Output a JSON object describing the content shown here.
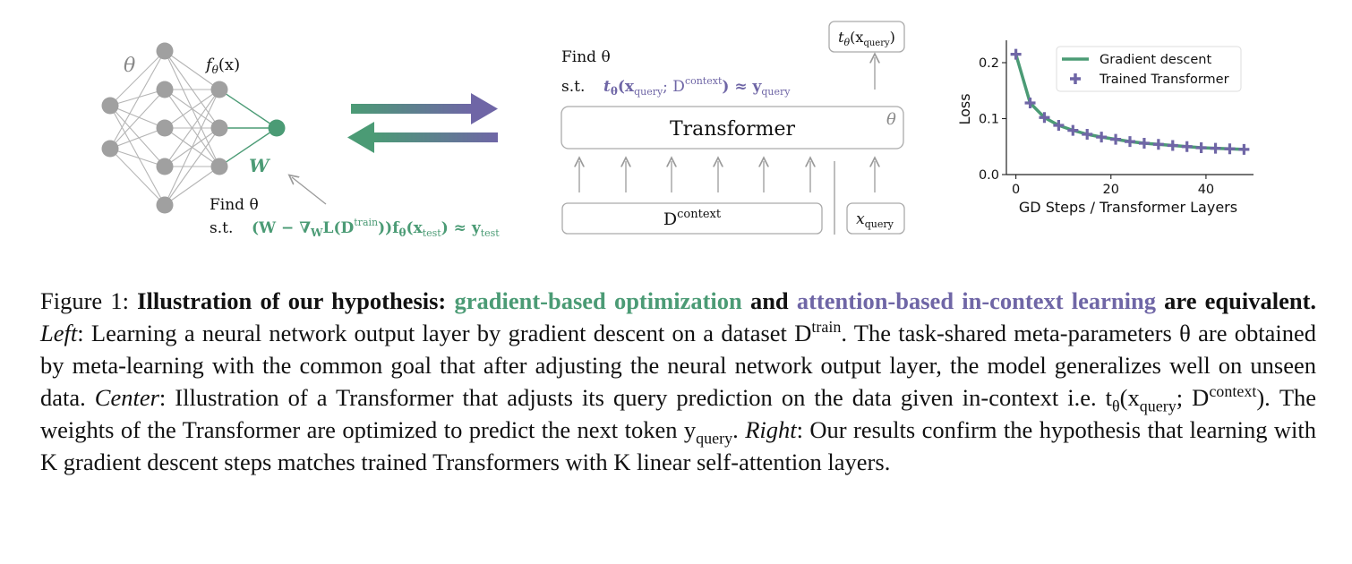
{
  "colors": {
    "green": "#4b9b75",
    "purple": "#6f66a6",
    "node_gray": "#a0a0a0",
    "edge_gray": "#b5b5b5"
  },
  "left_panel": {
    "theta_label": "θ",
    "f_label": "f",
    "f_sub": "θ",
    "f_arg": "(x)",
    "w_label": "W",
    "find_label": "Find θ",
    "st_label": "s.t.",
    "constraint_parts": {
      "open": "(W − ∇",
      "w_sub": "W",
      "loss": "L(D",
      "train_sup": "train",
      "close": "))f",
      "f_sub": "θ",
      "x_open": "(x",
      "test_sub": "test",
      "approx": ") ≈ y",
      "y_sub": "test"
    }
  },
  "center_panel": {
    "find_label": "Find θ",
    "st_label": "s.t.",
    "constraint_parts": {
      "t": "t",
      "t_sub": "θ",
      "x_open": "(x",
      "query_sub": "query",
      "sep": "; D",
      "context_sup": "context",
      "approx": ") ≈ y",
      "y_sub": "query"
    },
    "output_box": {
      "t": "t",
      "t_sub": "θ",
      "x_open": "(x",
      "query_sub": "query",
      "close": ")"
    },
    "transformer_label": "Transformer",
    "theta_label": "θ",
    "context_box": {
      "base": "D",
      "sup": "context"
    },
    "query_box": {
      "base": "x",
      "sub": "query"
    }
  },
  "chart_data": {
    "type": "line",
    "xlabel": "GD Steps / Transformer Layers",
    "ylabel": "Loss",
    "xlim": [
      -2,
      50
    ],
    "ylim": [
      0,
      0.24
    ],
    "x_ticks": [
      0,
      20,
      40
    ],
    "x_tick_labels": [
      "0",
      "20",
      "40"
    ],
    "y_ticks": [
      0.0,
      0.1,
      0.2
    ],
    "y_tick_labels": [
      "0.0",
      "0.1",
      "0.2"
    ],
    "grid": false,
    "legend_position": "top-right",
    "series": [
      {
        "name": "Gradient descent",
        "style": "line",
        "color": "#4b9b75",
        "x": [
          0,
          3,
          6,
          9,
          12,
          15,
          18,
          21,
          24,
          27,
          30,
          33,
          36,
          39,
          42,
          45,
          48
        ],
        "values": [
          0.215,
          0.128,
          0.102,
          0.088,
          0.079,
          0.072,
          0.067,
          0.063,
          0.059,
          0.056,
          0.054,
          0.052,
          0.05,
          0.048,
          0.047,
          0.046,
          0.045
        ]
      },
      {
        "name": "Trained Transformer",
        "style": "markers",
        "color": "#6f66a6",
        "x": [
          0,
          3,
          6,
          9,
          12,
          15,
          18,
          21,
          24,
          27,
          30,
          33,
          36,
          39,
          42,
          45,
          48
        ],
        "values": [
          0.215,
          0.128,
          0.102,
          0.088,
          0.079,
          0.072,
          0.067,
          0.063,
          0.059,
          0.056,
          0.054,
          0.052,
          0.05,
          0.048,
          0.047,
          0.046,
          0.045
        ]
      }
    ]
  },
  "caption": {
    "fig_label": "Figure 1:",
    "title_a": "Illustration of our hypothesis:",
    "title_green": "gradient-based optimization",
    "title_and": "and",
    "title_purple": "attention-based in-context learning",
    "title_end": "are equivalent.",
    "left_label": "Left",
    "left_text_1": ": Learning a neural network output layer by gradient descent on a dataset D",
    "left_sup": "train",
    "left_text_2": ". The task-shared meta-parameters θ are obtained by meta-learning with the common goal that after adjusting the neural network output layer, the model generalizes well on unseen data.",
    "center_label": "Center",
    "center_text_1": ": Illustration of a Transformer that adjusts its query prediction on the data given in-context i.e. t",
    "center_t_sub": "θ",
    "center_text_2": "(x",
    "center_query_sub": "query",
    "center_text_3": "; D",
    "center_context_sup": "context",
    "center_text_4": "). The weights of the Transformer are optimized to predict the next token y",
    "center_y_sub": "query",
    "center_text_5": ".",
    "right_label": "Right",
    "right_text": ": Our results confirm the hypothesis that learning with K gradient descent steps matches trained Transformers with K linear self-attention layers."
  }
}
